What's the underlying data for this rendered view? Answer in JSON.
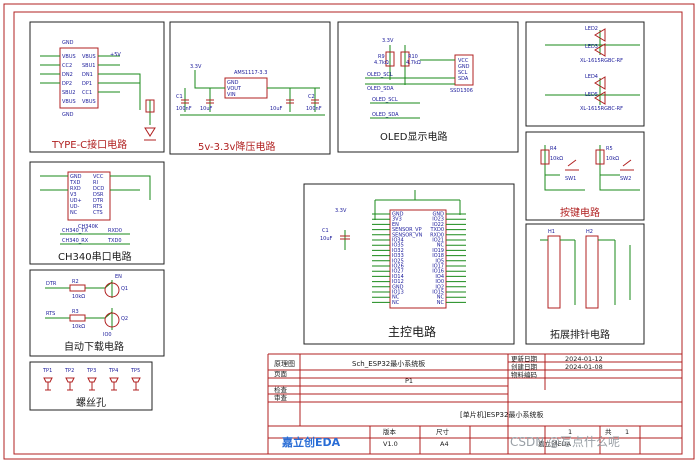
{
  "sections": {
    "typec": "TYPE-C接口电路",
    "ldo": "5v-3.3v降压电路",
    "oled": "OLED显示电路",
    "led": "",
    "ch340": "CH340串口电路",
    "key": "按键电路",
    "main": "主控电路",
    "autodl": "自动下载电路",
    "header": "拓展排针电路",
    "screw": "螺丝孔"
  },
  "labels": {
    "typec_ref": "TYPE-C接口",
    "typec_pins_l": [
      "VBUS",
      "CC2",
      "DN2",
      "DP2",
      "SBU2",
      "VBUS"
    ],
    "typec_pins_r": [
      "VBUS",
      "SBU1",
      "DN1",
      "DP1",
      "CC1",
      "VBUS"
    ],
    "typec_gnd_top": "GND",
    "typec_gnd_bot": "GND",
    "ldo_part": "AMS1117-3.3",
    "ldo_pins": [
      "GND",
      "VOUT",
      "VIN"
    ],
    "ldo_cap_a": "C1",
    "ldo_cap_b": "C2",
    "ldo_caps": [
      "100nF",
      "10uF",
      "10uF",
      "100nF"
    ],
    "oled_part": "SSD1306",
    "oled_pins": [
      "VCC",
      "GND",
      "SCL",
      "SDA"
    ],
    "oled_nets": [
      "OLED_SCL",
      "OLED_SDA"
    ],
    "oled_res": [
      "R9",
      "R10"
    ],
    "oled_res_val": [
      "4.7kΩ",
      "4.7kΩ"
    ],
    "led_refs": [
      "LED2",
      "LED3",
      "LED4",
      "LED5"
    ],
    "led_part": "XL-1615RGBC-RF",
    "ch340_ref": "CH340K",
    "ch340_pins_l": [
      "GND",
      "TXD",
      "RXD",
      "V3",
      "UD+",
      "UD-",
      "NC"
    ],
    "ch340_pins_r": [
      "VCC",
      "RI",
      "DCD",
      "DSR",
      "DTR",
      "RTS",
      "CTS"
    ],
    "ch340_nets": [
      "CH340_TX",
      "CH340_RX"
    ],
    "ch340_right_nets": [
      "RXD0",
      "TXD0"
    ],
    "key_refs": [
      "R4",
      "R5",
      "SW1",
      "SW2"
    ],
    "key_vals": [
      "10kΩ",
      "10kΩ"
    ],
    "main_pins_l": [
      "GND",
      "3V3",
      "EN",
      "SENSOR_VP",
      "SENSOR_VN",
      "IO34",
      "IO35",
      "IO32",
      "IO33",
      "IO25",
      "IO26",
      "IO27",
      "IO14",
      "IO12",
      "GND",
      "IO13",
      "NC",
      "NC"
    ],
    "main_pins_r": [
      "GND",
      "IO23",
      "IO22",
      "TXD0",
      "RXD0",
      "IO21",
      "NC",
      "IO19",
      "IO18",
      "IO5",
      "IO17",
      "IO16",
      "IO4",
      "IO0",
      "IO2",
      "IO15",
      "NC",
      "NC"
    ],
    "main_power": "3.3V",
    "main_cap_ref": "C1",
    "main_cap_val": "10uF",
    "autodl_refs": [
      "R2",
      "R3",
      "Q1",
      "Q2"
    ],
    "autodl_vals": [
      "10kΩ",
      "10kΩ"
    ],
    "autodl_nets": [
      "DTR",
      "RTS",
      "EN",
      "IO0"
    ],
    "header_refs": [
      "H1",
      "H2"
    ],
    "screw_refs": [
      "TP1",
      "TP2",
      "TP3",
      "TP4",
      "TP5"
    ],
    "v33": "3.3V",
    "v5": "+5V"
  },
  "title_block": {
    "schematic_label": "原理图",
    "schematic_value": "Sch_ESP32最小系统板",
    "page_label": "页面",
    "page_value": "P1",
    "checked_label": "检查",
    "approved_label": "审查",
    "update_label": "更新日期",
    "update_value": "2024-01-12",
    "create_label": "创建日期",
    "create_value": "2024-01-08",
    "part_label": "物料编码",
    "project_value": "[单片机]ESP32最小系统板",
    "version_label": "版本",
    "version_value": "V1.0",
    "size_label": "尺寸",
    "size_value": "A4",
    "page_no": "1",
    "total_label": "共",
    "total_value": "1",
    "logo": "嘉立创EDA",
    "bottom_right": "嘉立创EDA"
  },
  "watermark": "CSDN @写点什么呢",
  "colors": {
    "frame": "#b02020",
    "wire": "#1a8a1a",
    "pin": "#1a1a9a",
    "accent": "#2a6dd6"
  }
}
